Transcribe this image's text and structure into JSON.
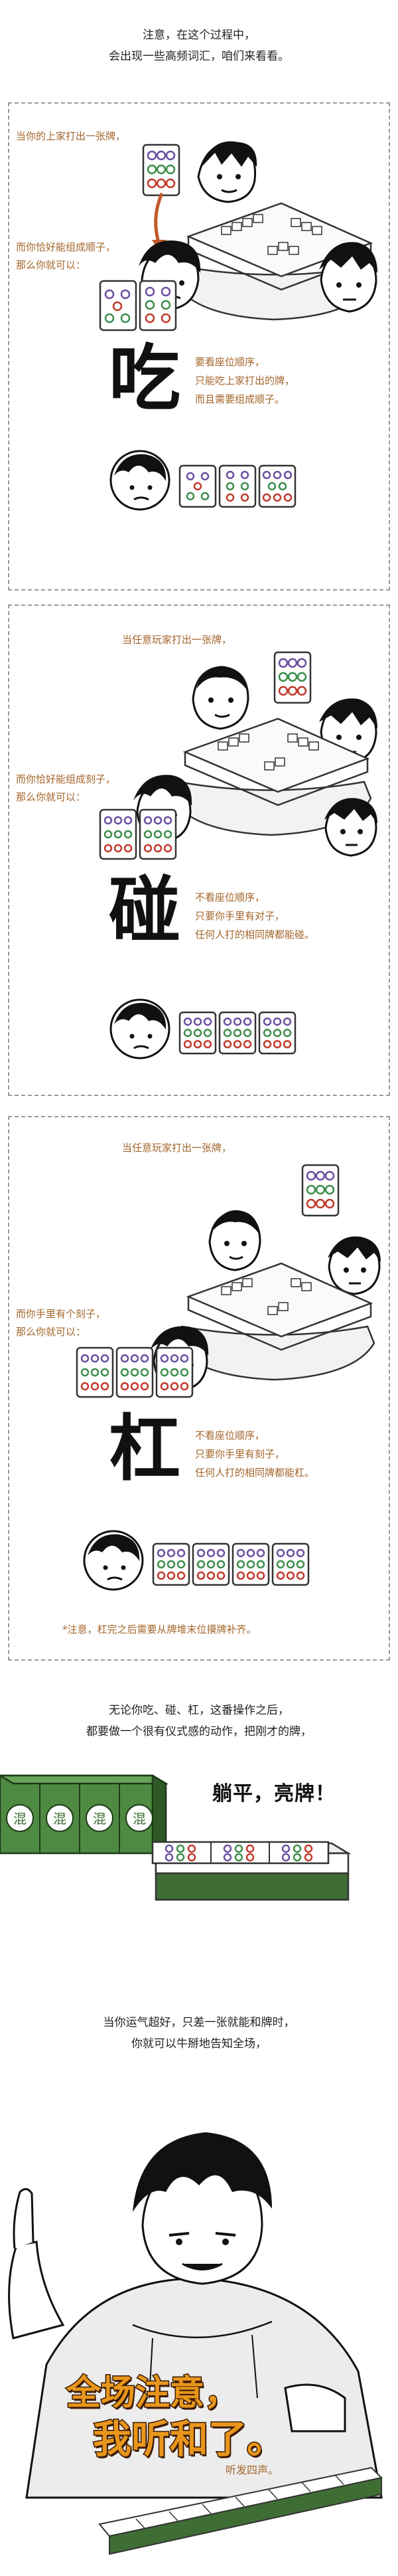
{
  "intro": {
    "line1": "注意，在这个过程中，",
    "line2": "会出现一些高频词汇，咱们来看看。"
  },
  "chi": {
    "top_caption": "当你的上家打出一张牌，",
    "side_line1": "而你恰好能组成顺子，",
    "side_line2": "那么你就可以：",
    "big_char": "吃",
    "desc1": "要看座位顺序，",
    "desc2": "只能吃上家打出的牌，",
    "desc3": "而且需要组成顺子。"
  },
  "peng": {
    "top_caption": "当任意玩家打出一张牌，",
    "side_line1": "而你恰好能组成刻子，",
    "side_line2": "那么你就可以：",
    "big_char": "碰",
    "desc1": "不看座位顺序，",
    "desc2": "只要你手里有对子，",
    "desc3": "任何人打的相同牌都能碰。"
  },
  "gang": {
    "top_caption": "当任意玩家打出一张牌，",
    "side_line1": "而你手里有个刻子，",
    "side_line2": "那么你就可以：",
    "big_char": "杠",
    "desc1": "不看座位顺序，",
    "desc2": "只要你手里有刻子，",
    "desc3": "任何人打的相同牌都能杠。",
    "note": "*注意，杠完之后需要从牌堆末位摸牌补齐。"
  },
  "reveal": {
    "line1": "无论你吃、碰、杠，这番操作之后，",
    "line2": "都要做一个很有仪式感的动作，把刚才的牌，",
    "title": "躺平，亮牌！",
    "tile_mark": "混"
  },
  "ting": {
    "line1": "当你运气超好，只差一张就能和牌时，",
    "line2": "你就可以牛掰地告知全场，",
    "title1": "全场注意，",
    "title2": "我听和了。",
    "caption": "听发四声。"
  },
  "colors": {
    "accent_brown": "#a3652a",
    "tile_green": "#3f6e35",
    "title_orange": "#e8961c"
  }
}
